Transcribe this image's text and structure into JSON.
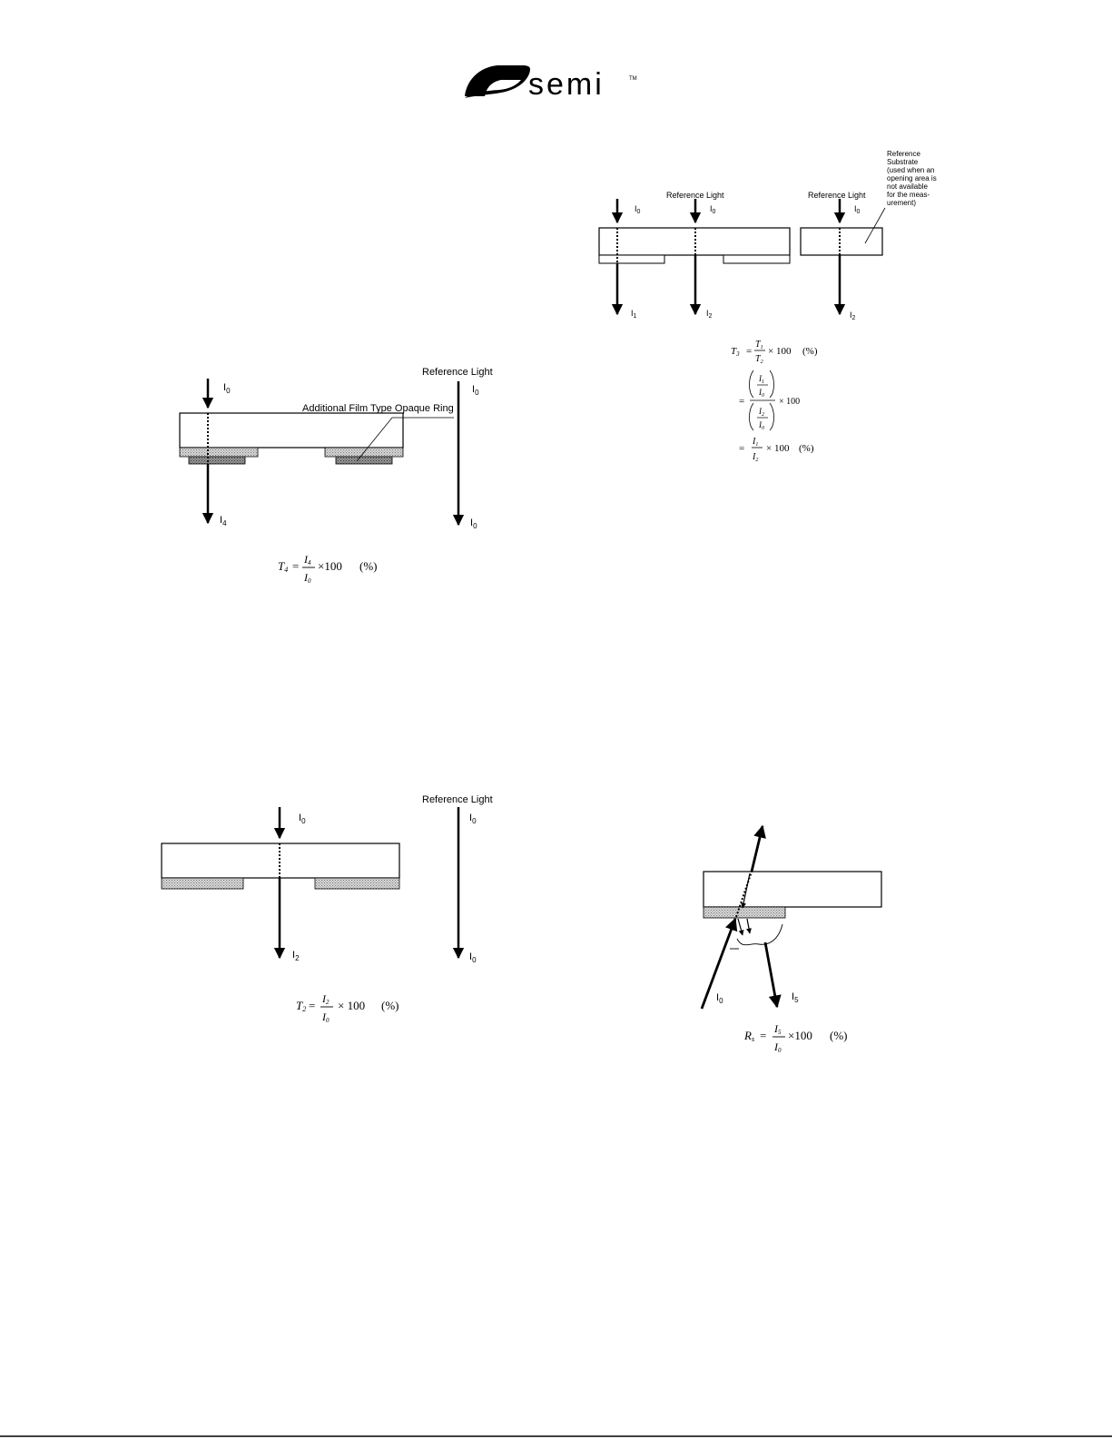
{
  "logo": {
    "text": "semi",
    "tm": "TM"
  },
  "fig_top_right": {
    "ref_light_1": "Reference Light",
    "ref_light_2": "Reference Light",
    "i0_a": "0",
    "i0_b": "0",
    "i0_c": "0",
    "i1": "1",
    "i2_a": "2",
    "i2_b": "2",
    "ref_substrate_note": [
      "Reference",
      "Substrate",
      "(used when an",
      "opening area is",
      "not available",
      "for the meas-",
      "urement)"
    ],
    "eq_lhs": "T",
    "eq_lhs_sub": "3",
    "eq_line1_num": "T",
    "eq_line1_num_sub": "1",
    "eq_line1_den": "T",
    "eq_line1_den_sub": "2",
    "eq_times": "× 100",
    "eq_pct": "(%)",
    "eq_line3_num": "I",
    "eq_line3_num_sub": "1",
    "eq_line3_den": "I",
    "eq_line3_den_sub": "2"
  },
  "fig_mid_left": {
    "ref_light": "Reference Light",
    "ring_label": "Additional Film Type Opaque Ring",
    "i0_in": "0",
    "i0_ref_top": "0",
    "i0_ref_bottom": "0",
    "i4": "4",
    "eq_lhs": "T",
    "eq_lhs_sub": "4",
    "eq_num": "I",
    "eq_num_sub": "4",
    "eq_den": "I",
    "eq_den_sub": "0",
    "eq_times": "×100",
    "eq_pct": "(%)"
  },
  "fig_bottom_left": {
    "ref_light": "Reference Light",
    "i0_in": "0",
    "i0_ref_top": "0",
    "i0_ref_bottom": "0",
    "i2": "2",
    "eq_lhs": "T",
    "eq_lhs_sub": "2",
    "eq_num": "I",
    "eq_num_sub": "2",
    "eq_den": "I",
    "eq_den_sub": "0",
    "eq_times": "× 100",
    "eq_pct": "(%)"
  },
  "fig_bottom_right": {
    "i0": "0",
    "i5": "5",
    "eq_lhs": "R",
    "eq_lhs_sub": "s",
    "eq_num": "I",
    "eq_num_sub": "5",
    "eq_den": "I",
    "eq_den_sub": "0",
    "eq_times": "×100",
    "eq_pct": "(%)"
  }
}
